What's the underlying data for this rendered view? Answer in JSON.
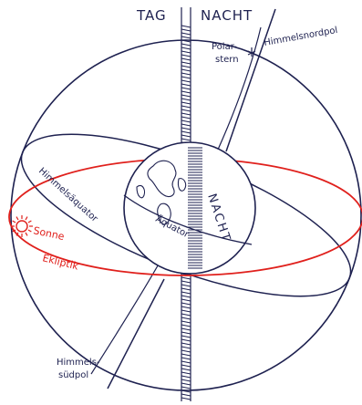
{
  "labels": {
    "tag": "TAG",
    "nacht": "NACHT",
    "himmelsnordpol": "Himmelsnordpol",
    "polarstern_line1": "Polar-",
    "polarstern_line2": "stern",
    "himmelsaequator": "Himmelsäquator",
    "aequator": "Äquator",
    "nacht_earth": "NACHT",
    "sonne": "Sonne",
    "ekliptik": "Ekliptik",
    "himmelssuedpol_line1": "Himmels-",
    "himmelssuedpol_line2": "südpol"
  },
  "colors": {
    "ink": "#1e2150",
    "ecliptic": "#e0201c",
    "shadow": "#1e2150"
  }
}
